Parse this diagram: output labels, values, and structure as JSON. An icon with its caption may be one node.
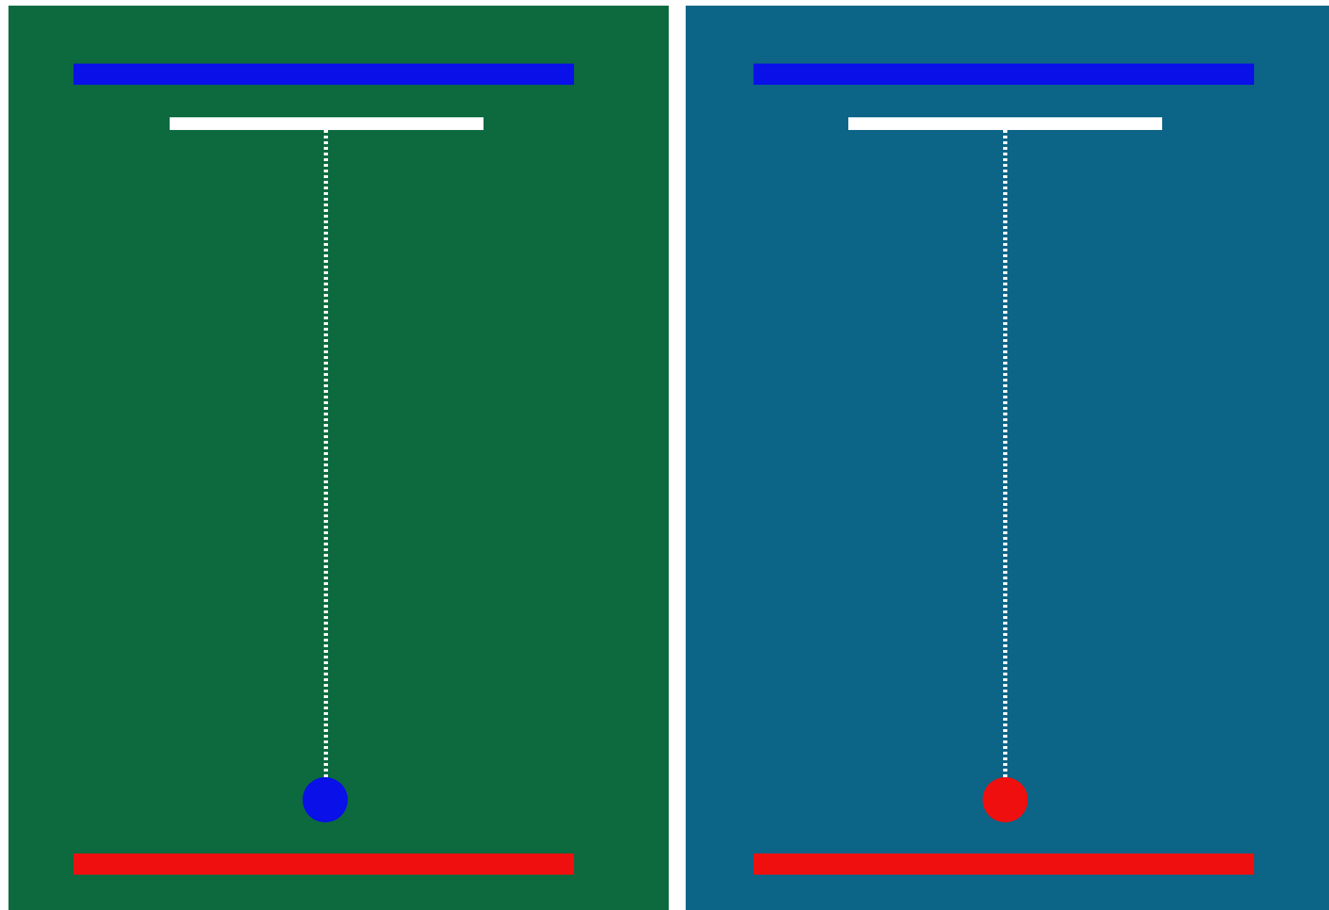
{
  "diagram": {
    "nodes": [
      {
        "text": [],
        "shape": "box"
      },
      {
        "text": [],
        "shape": "bar",
        "in": 0
      },
      {
        "text": [],
        "shape": "bar",
        "in": 0
      },
      {
        "text": [],
        "shape": "circle",
        "in": 0
      },
      {
        "text": [],
        "shape": "bar",
        "in": 0
      },
      {
        "text": [],
        "shape": "box"
      },
      {
        "text": [],
        "shape": "bar",
        "in": 5
      },
      {
        "text": [],
        "shape": "bar",
        "in": 5
      },
      {
        "text": [],
        "shape": "circle",
        "in": 5
      },
      {
        "text": [],
        "shape": "bar",
        "in": 5
      }
    ],
    "edges": [
      {
        "from": 2,
        "to": 3,
        "arrow": "none",
        "style": "dashed"
      },
      {
        "from": 7,
        "to": 8,
        "arrow": "none",
        "style": "dashed"
      }
    ]
  }
}
